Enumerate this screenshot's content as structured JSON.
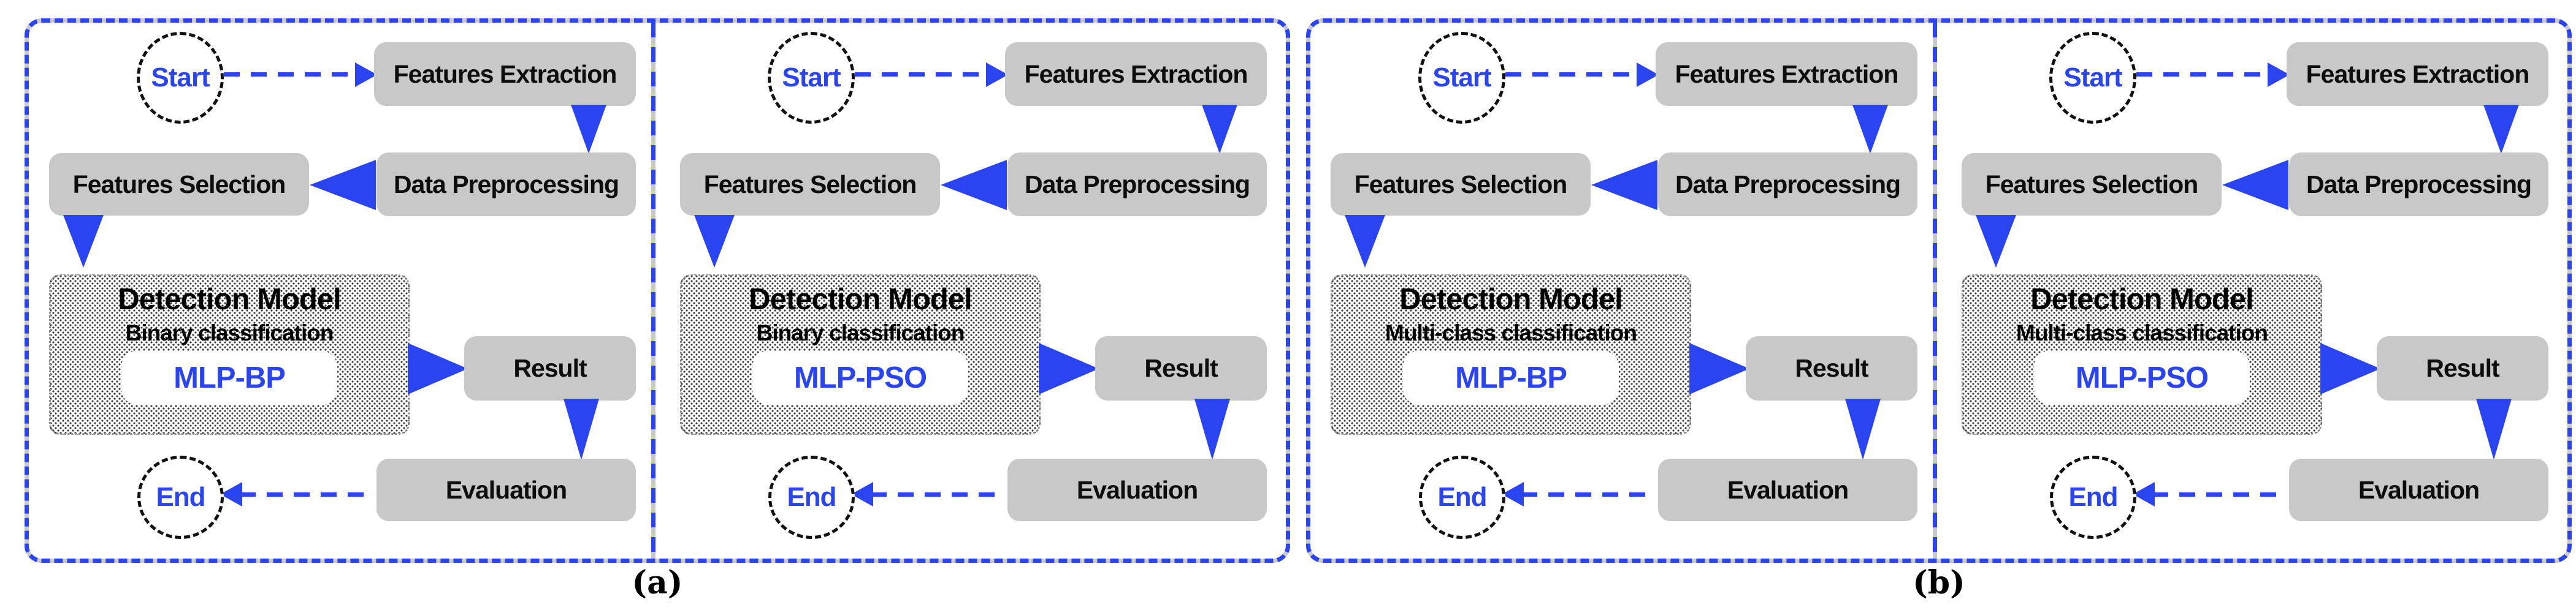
{
  "figure": {
    "groups": [
      {
        "label": "(a)",
        "panels": [
          {
            "start_label": "Start",
            "features_extraction": "Features Extraction",
            "data_preprocessing": "Data Preprocessing",
            "features_selection": "Features Selection",
            "detection_title": "Detection Model",
            "classification": "Binary classification",
            "model": "MLP-BP",
            "result": "Result",
            "evaluation": "Evaluation",
            "end_label": "End"
          },
          {
            "start_label": "Start",
            "features_extraction": "Features Extraction",
            "data_preprocessing": "Data Preprocessing",
            "features_selection": "Features Selection",
            "detection_title": "Detection Model",
            "classification": "Binary classification",
            "model": "MLP-PSO",
            "result": "Result",
            "evaluation": "Evaluation",
            "end_label": "End"
          }
        ]
      },
      {
        "label": "(b)",
        "panels": [
          {
            "start_label": "Start",
            "features_extraction": "Features Extraction",
            "data_preprocessing": "Data Preprocessing",
            "features_selection": "Features Selection",
            "detection_title": "Detection Model",
            "classification": "Multi-class classification",
            "model": "MLP-BP",
            "result": "Result",
            "evaluation": "Evaluation",
            "end_label": "End"
          },
          {
            "start_label": "Start",
            "features_extraction": "Features Extraction",
            "data_preprocessing": "Data Preprocessing",
            "features_selection": "Features Selection",
            "detection_title": "Detection Model",
            "classification": "Multi-class classification",
            "model": "MLP-PSO",
            "result": "Result",
            "evaluation": "Evaluation",
            "end_label": "End"
          }
        ]
      }
    ]
  },
  "colors": {
    "accent_blue": "#2b44f2",
    "box_gray": "#c8c8c8",
    "outline_black": "#111111"
  }
}
